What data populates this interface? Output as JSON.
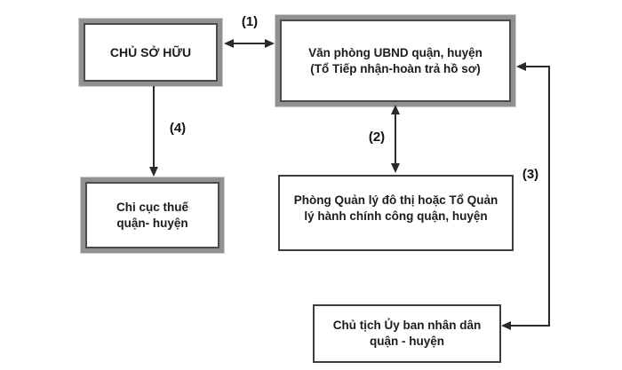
{
  "diagram": {
    "boxes": {
      "owner": {
        "lines": [
          "CHỦ SỞ HỮU"
        ]
      },
      "ubnd_office": {
        "lines": [
          "Văn phòng UBND quận, huyện",
          "(Tổ Tiếp nhận-hoàn trả hồ sơ)"
        ]
      },
      "urban_mgmt": {
        "lines": [
          "Phòng Quản lý đô thị hoặc Tổ Quản",
          "lý hành chính công quận, huyện"
        ]
      },
      "tax_dept": {
        "lines": [
          "Chi cục thuế",
          "quận- huyện"
        ]
      },
      "chairman": {
        "lines": [
          "Chủ tịch Ủy ban nhân dân",
          "quận - huyện"
        ]
      }
    },
    "arrow_labels": {
      "step1": "(1)",
      "step2": "(2)",
      "step3": "(3)",
      "step4": "(4)"
    },
    "colors": {
      "background": "#ffffff",
      "line": "#2a2a2a",
      "frame_gray": "#919191",
      "frame_light": "#cdcdcd",
      "box_border_dark": "#3d3d3d",
      "text": "#1c1c1c"
    }
  }
}
